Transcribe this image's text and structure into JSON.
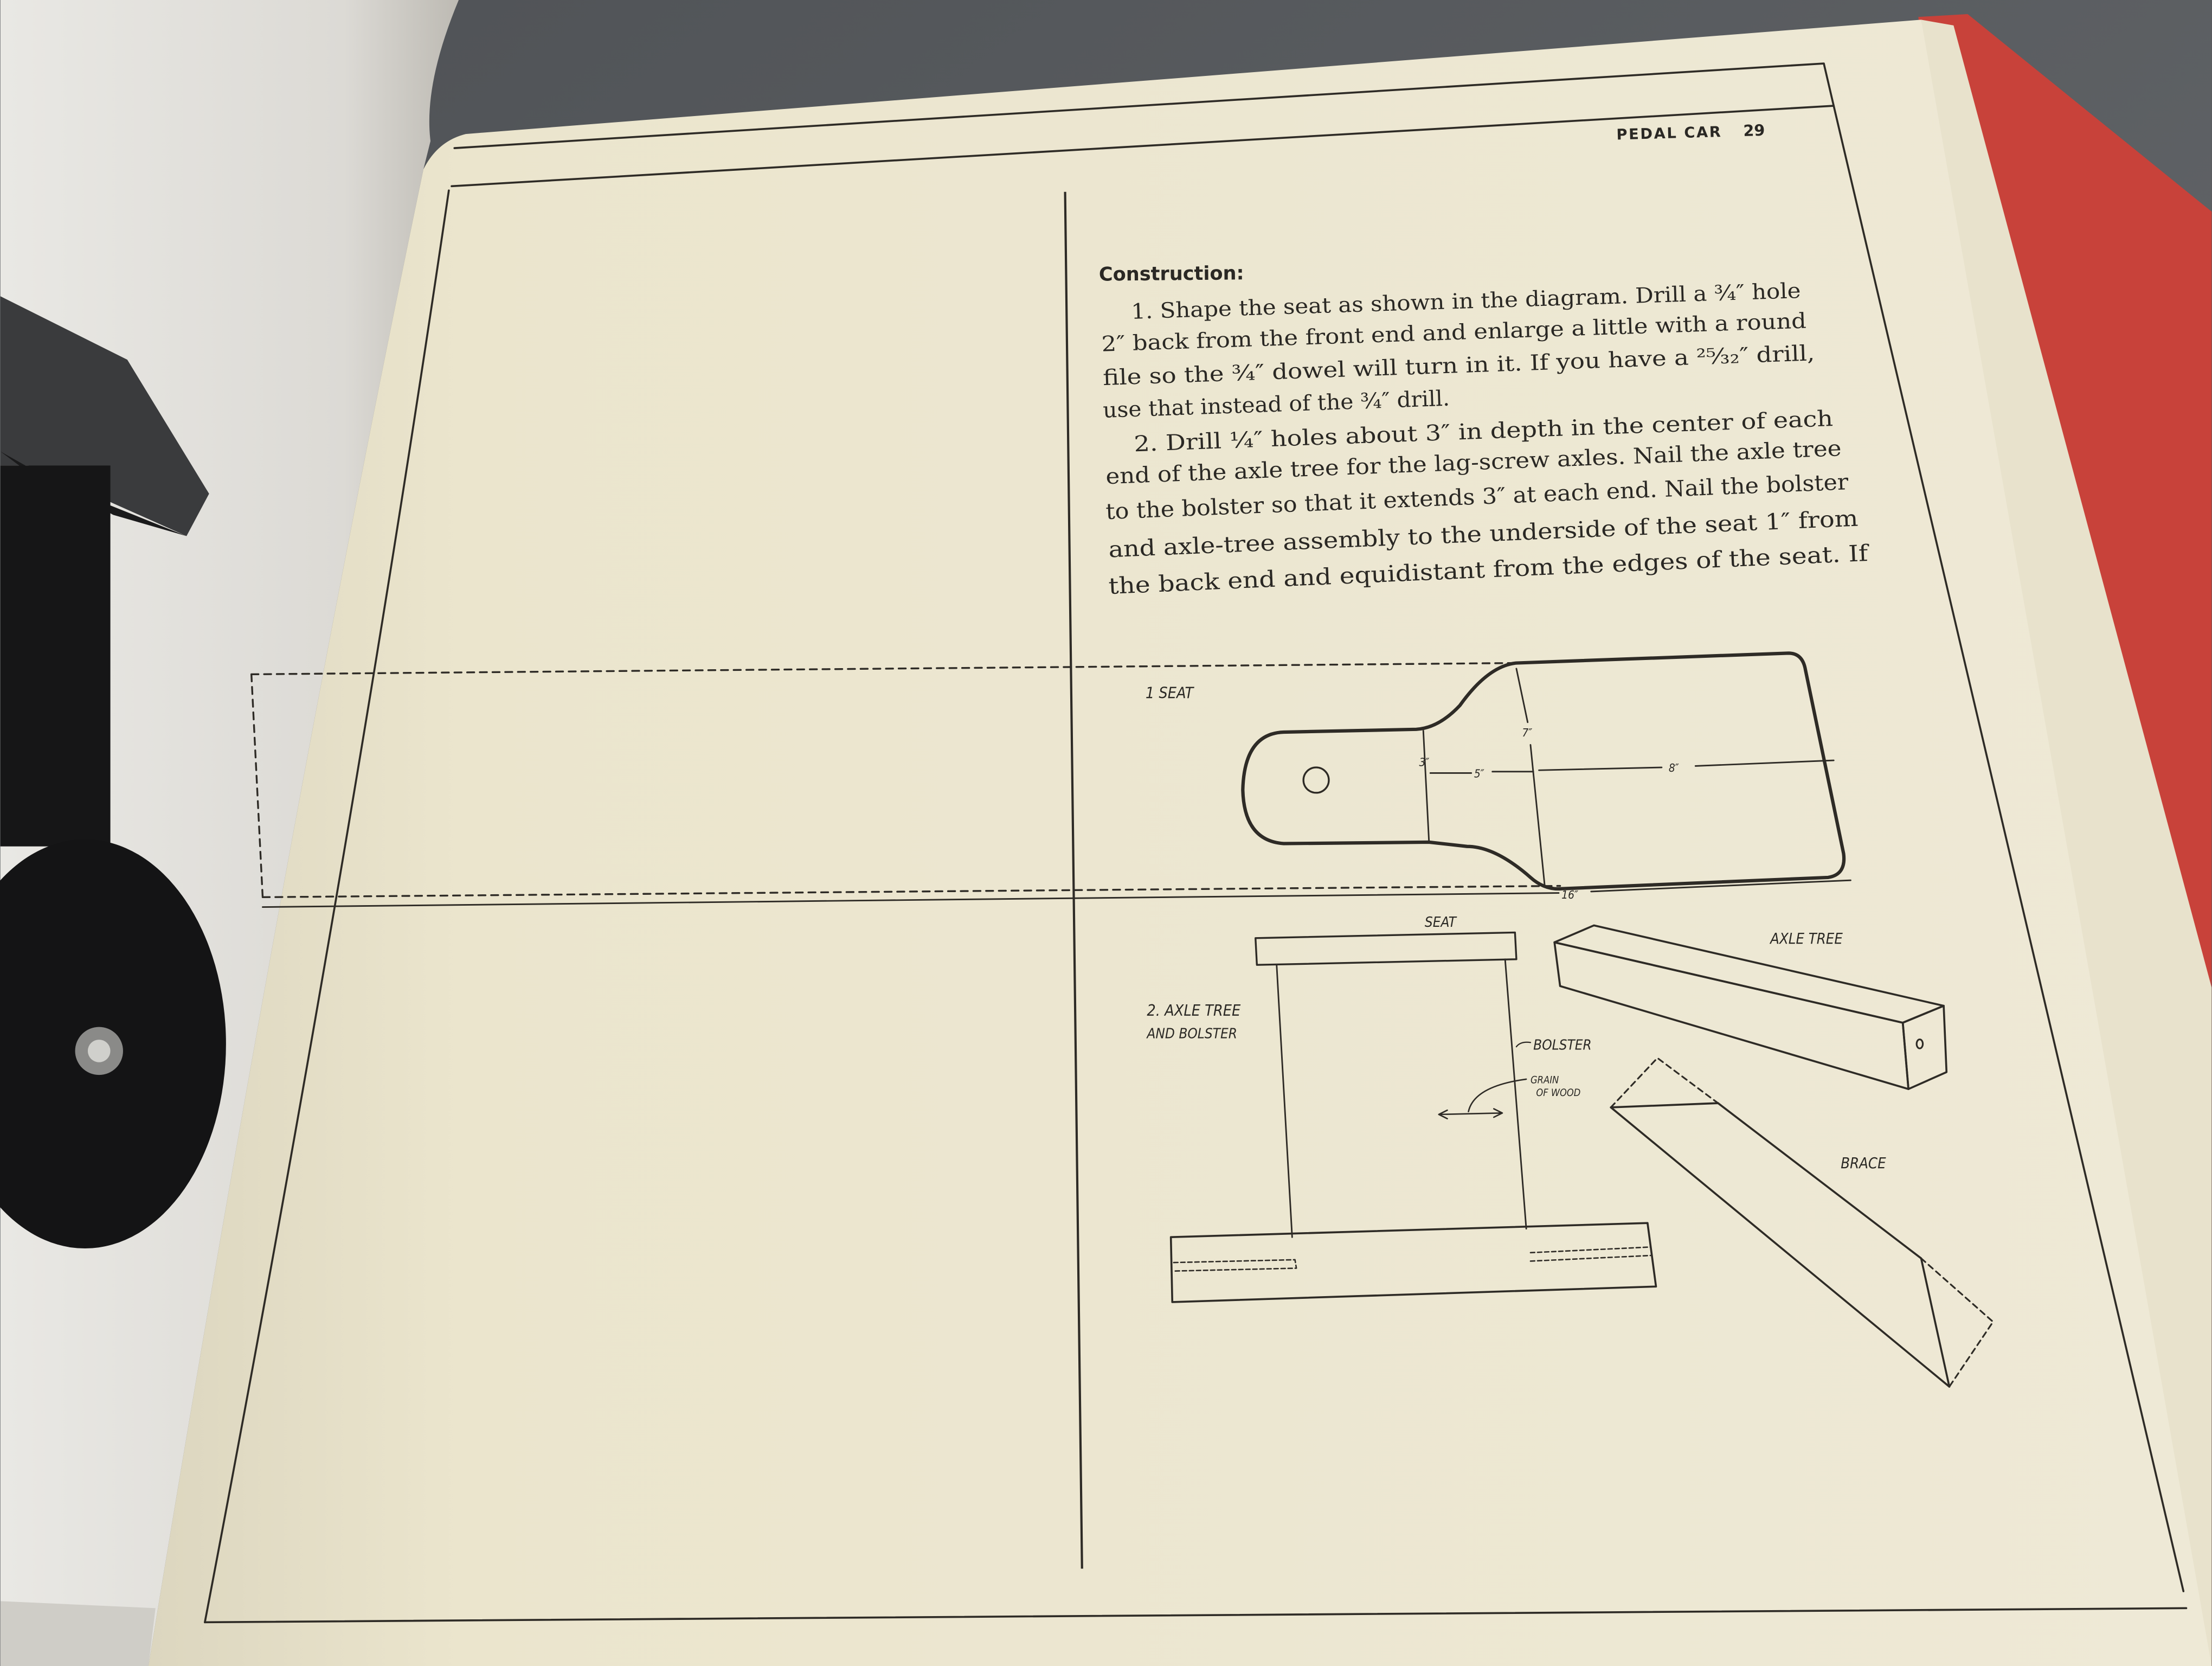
{
  "header": {
    "running_title": "PEDAL CAR",
    "page_number": "29"
  },
  "text": {
    "heading": "Construction:",
    "lines": [
      "1. Shape the seat as shown in the diagram. Drill a ¾″ hole",
      "2″ back from the front end and enlarge a little with a round",
      "file so the ¾″ dowel will turn in it. If you have a ²⁵⁄₃₂″ drill,",
      "use that instead of the ¾″ drill.",
      "2. Drill ¼″ holes about 3″ in depth in the center of each",
      "end of the axle tree for the lag-screw axles. Nail the axle tree",
      "to the bolster so that it extends 3″ at each end. Nail the bolster",
      "and axle-tree assembly to the underside of the seat 1″ from",
      "the back end and equidistant from the edges of the seat. If"
    ]
  },
  "diagram": {
    "fig1_label": "1 SEAT",
    "dim_neck_width": "3″",
    "dim_neck_length": "5″",
    "dim_seat_width": "7″",
    "dim_seat_length": "8″",
    "dim_total_length": "16″",
    "fig2_label_line1": "2. AXLE TREE",
    "fig2_label_line2": "AND BOLSTER",
    "seat_label": "SEAT",
    "bolster_label": "BOLSTER",
    "grain_label_line1": "GRAIN",
    "grain_label_line2": "OF WOOD",
    "axle_tree_label": "AXLE TREE",
    "brace_label": "BRACE"
  }
}
